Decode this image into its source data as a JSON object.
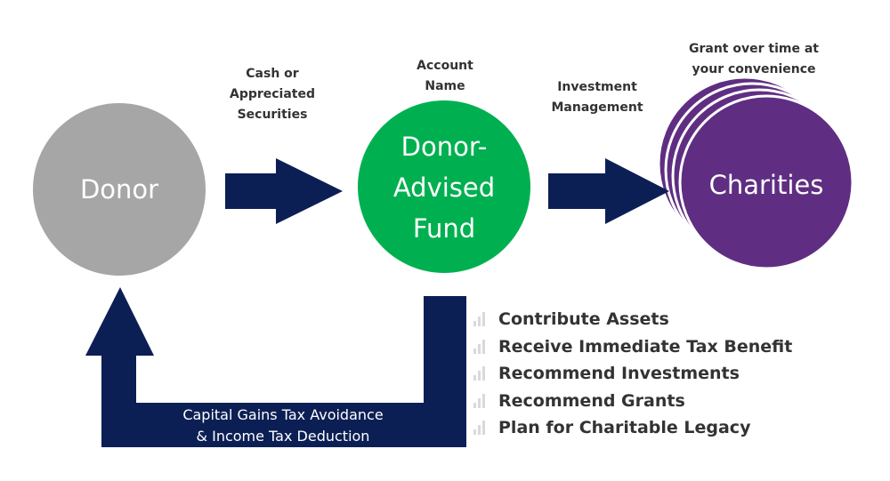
{
  "nodes": {
    "donor": "Donor",
    "fund_line1": "Donor-",
    "fund_line2": "Advised",
    "fund_line3": "Fund",
    "charities": "Charities"
  },
  "labels": {
    "cash_line1": "Cash or",
    "cash_line2": "Appreciated",
    "cash_line3": "Securities",
    "account_line1": "Account",
    "account_line2": "Name",
    "investment_line1": "Investment",
    "investment_line2": "Management",
    "grant_line1": "Grant over time at",
    "grant_line2": "your convenience"
  },
  "return_arrow": {
    "line1": "Capital Gains Tax Avoidance",
    "line2": "& Income Tax Deduction"
  },
  "steps": [
    "Contribute Assets",
    "Receive Immediate Tax Benefit",
    "Recommend Investments",
    "Recommend Grants",
    "Plan for Charitable Legacy"
  ],
  "colors": {
    "donor": "#a6a6a6",
    "fund": "#00b050",
    "charities": "#5f2e82",
    "arrow": "#0c1f55"
  }
}
